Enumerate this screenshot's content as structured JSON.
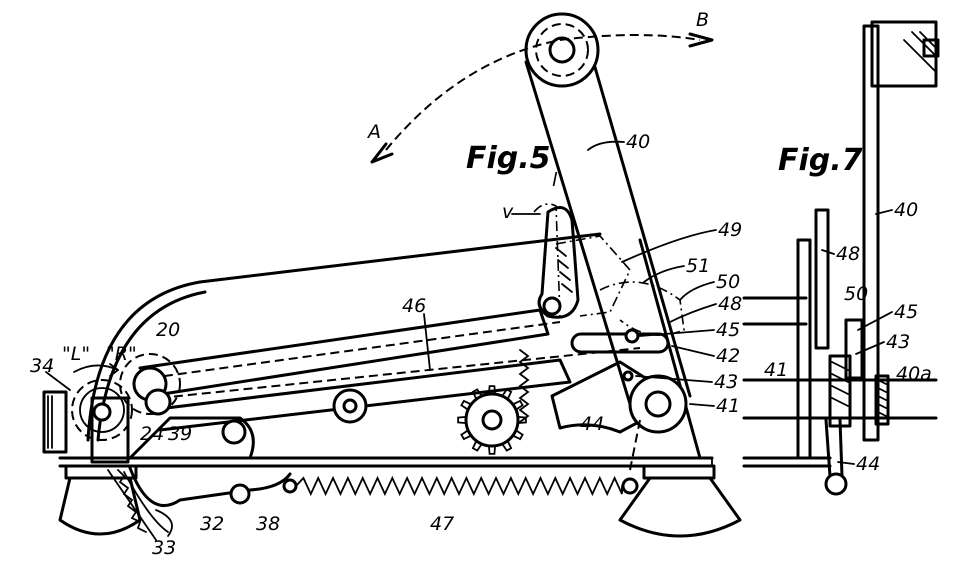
{
  "figures": {
    "fig5_title": "Fig.5",
    "fig7_title": "Fig.7"
  },
  "arrows": {
    "a": "A",
    "b": "B"
  },
  "labels": {
    "l40": "40",
    "l40b": "40",
    "l40a": "40a",
    "l41": "41",
    "l41b": "41",
    "l42": "42",
    "l43": "43",
    "l43b": "43",
    "l44": "44",
    "l44b": "44",
    "l45": "45",
    "l45b": "45",
    "l46": "46",
    "l47": "47",
    "l48": "48",
    "l48b": "48",
    "l49": "49",
    "l50": "50",
    "l50b": "50",
    "l51": "51",
    "l20": "20",
    "l24": "24",
    "l32": "32",
    "l33": "33",
    "l34": "34",
    "l38": "38",
    "l39": "39",
    "lL": "\"L\"",
    "lR": "\"R\"",
    "lv": "v",
    "ll": "l"
  }
}
